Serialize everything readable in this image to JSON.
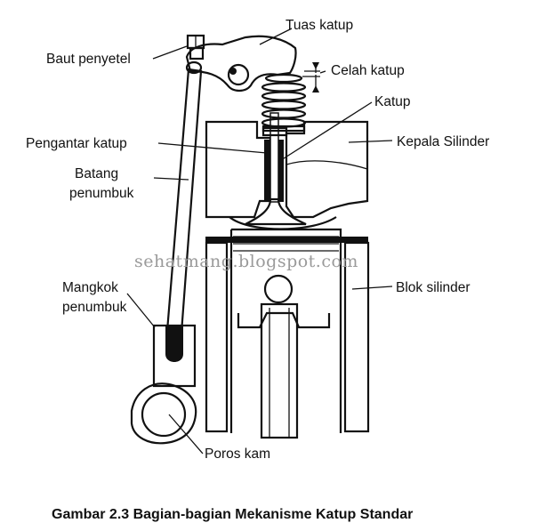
{
  "labels": {
    "rocker_arm": "Tuas katup",
    "adjusting_bolt": "Baut penyetel",
    "valve_clearance": "Celah katup",
    "valve": "Katup",
    "valve_guide": "Pengantar katup",
    "cylinder_head": "Kepala Silinder",
    "push_rod_line1": "Batang",
    "push_rod_line2": "penumbuk",
    "cylinder_block": "Blok silinder",
    "tappet_line1": "Mangkok",
    "tappet_line2": "penumbuk",
    "camshaft": "Poros kam"
  },
  "watermark": "sehatmang.blogspot.com",
  "caption": "Gambar 2.3  Bagian-bagian Mekanisme Katup Standar",
  "colors": {
    "ink": "#111111",
    "stipple": "#6f6f6f",
    "watermark": "#9a9a9a"
  }
}
